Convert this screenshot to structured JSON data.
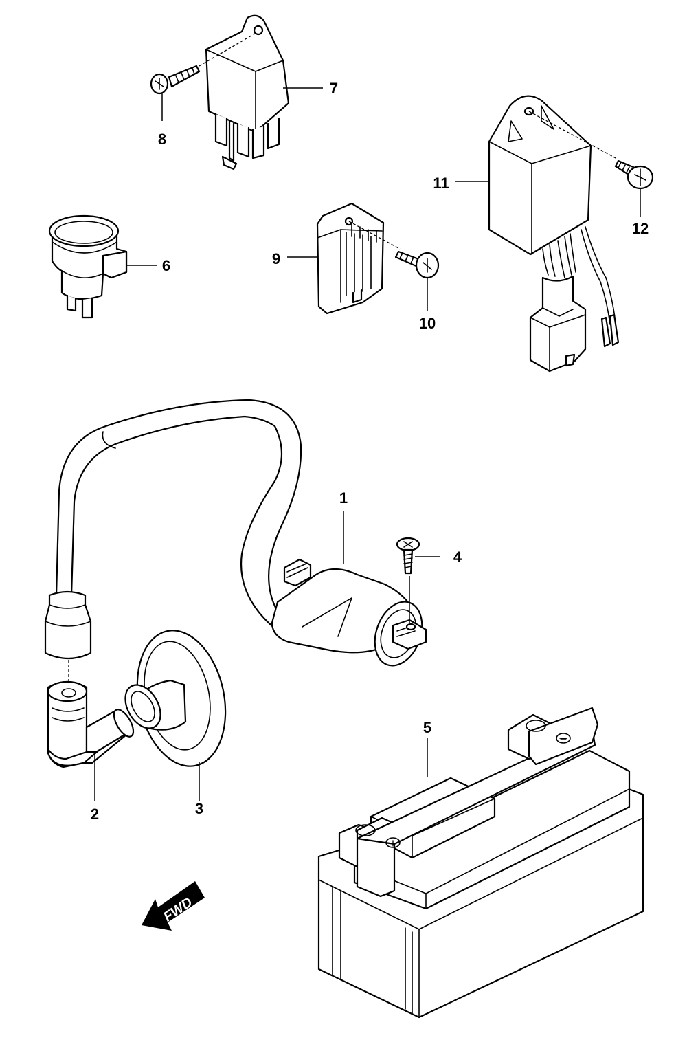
{
  "callouts": {
    "p1": "1",
    "p2": "2",
    "p3": "3",
    "p4": "4",
    "p5": "5",
    "p6": "6",
    "p7": "7",
    "p8": "8",
    "p9": "9",
    "p10": "10",
    "p11": "11",
    "p12": "12"
  },
  "fwd_arrow": {
    "label": "FWD"
  },
  "battery_terminals": {
    "positive": "+",
    "negative": "−"
  }
}
